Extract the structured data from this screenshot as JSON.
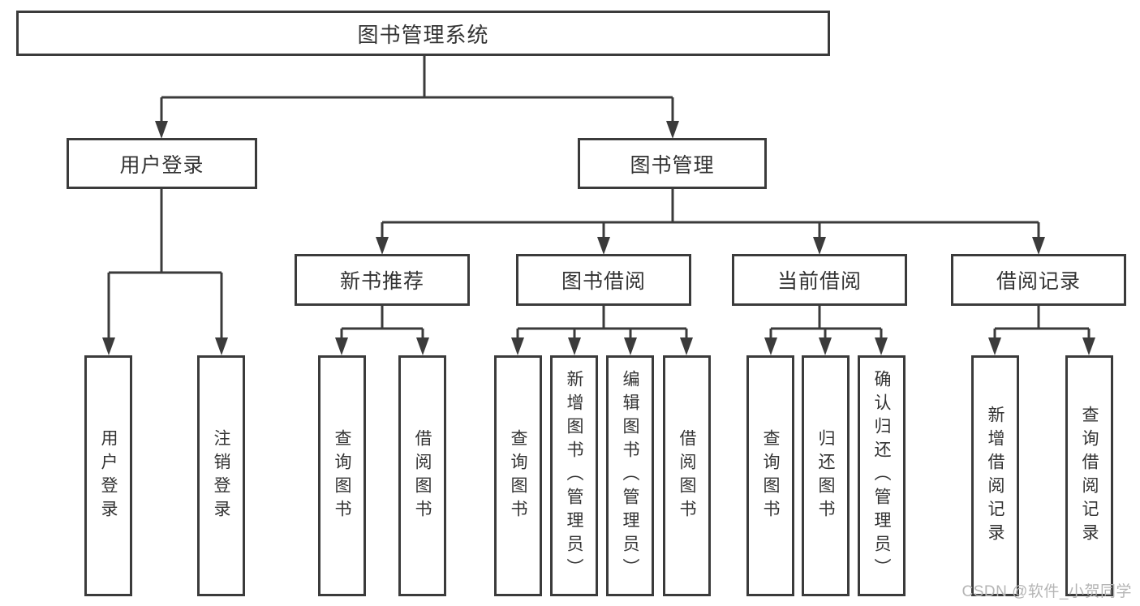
{
  "diagram": {
    "root": {
      "label": "图书管理系统"
    },
    "level2": [
      {
        "label": "用户登录"
      },
      {
        "label": "图书管理"
      }
    ],
    "level3": [
      {
        "label": "新书推荐"
      },
      {
        "label": "图书借阅"
      },
      {
        "label": "当前借阅"
      },
      {
        "label": "借阅记录"
      }
    ],
    "level4": {
      "under_user_login": [
        {
          "label": "用户登录"
        },
        {
          "label": "注销登录"
        }
      ],
      "under_new_book": [
        {
          "label": "查询图书"
        },
        {
          "label": "借阅图书"
        }
      ],
      "under_book_borrow": [
        {
          "label": "查询图书"
        },
        {
          "label": "新增图书（管理员）"
        },
        {
          "label": "编辑图书（管理员）"
        },
        {
          "label": "借阅图书"
        }
      ],
      "under_current_borrow": [
        {
          "label": "查询图书"
        },
        {
          "label": "归还图书"
        },
        {
          "label": "确认归还（管理员）"
        }
      ],
      "under_borrow_records": [
        {
          "label": "新增借阅记录"
        },
        {
          "label": "查询借阅记录"
        }
      ]
    }
  },
  "watermark": {
    "text": "CSDN @软件_小贺同学"
  },
  "colors": {
    "background": "#ffffff",
    "line": "#3b3b3b",
    "text": "#333333",
    "watermark": "#b5b5b5"
  }
}
